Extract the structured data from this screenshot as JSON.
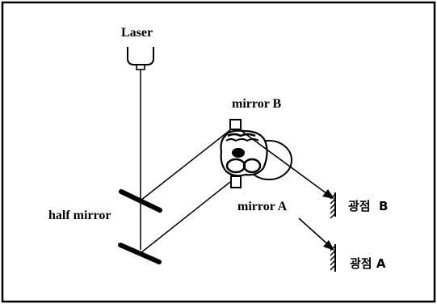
{
  "labels": {
    "laser": "Laser",
    "mirror_b": "mirror B",
    "mirror_a": "mirror A",
    "half_mirror": "half mirror",
    "spot_b": "광점  B",
    "spot_a": "광점 A"
  },
  "colors": {
    "ink": "#000000",
    "background": "#ffffff"
  },
  "icons": {
    "laser": "laser-source-icon",
    "subject": "head-mounted-mirror-icon"
  }
}
